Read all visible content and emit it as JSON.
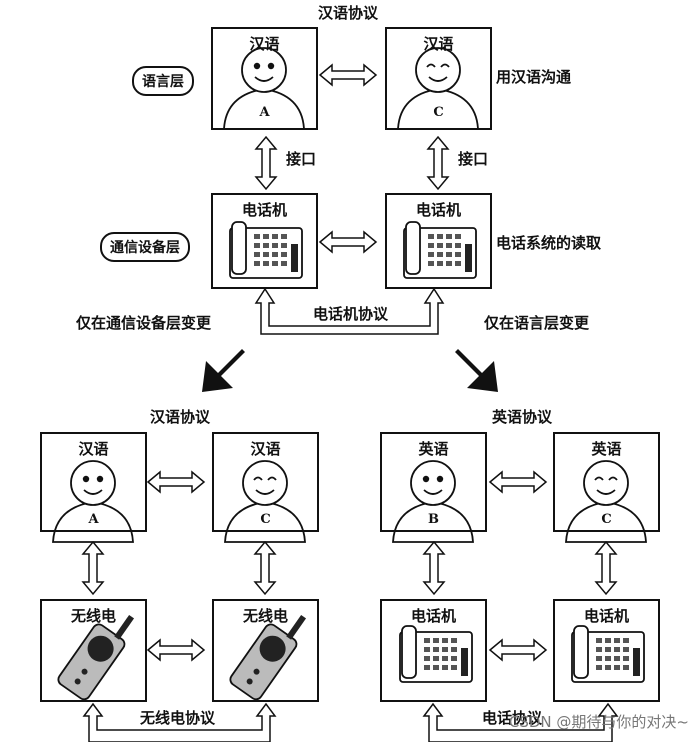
{
  "top": {
    "protocol_label": "汉语协议",
    "person_left": {
      "title": "汉语",
      "letter": "A"
    },
    "person_right": {
      "title": "汉语",
      "letter": "C"
    },
    "language_layer": "语言层",
    "right_note": "用汉语沟通",
    "interface_left": "接口",
    "interface_right": "接口",
    "phone_left": "电话机",
    "phone_right": "电话机",
    "device_layer": "通信设备层",
    "device_note": "电话系统的读取",
    "phone_protocol": "电话机协议",
    "change_left": "仅在通信设备层变更",
    "change_right": "仅在语言层变更"
  },
  "bottom_left": {
    "protocol_label": "汉语协议",
    "person_left": {
      "title": "汉语",
      "letter": "A"
    },
    "person_right": {
      "title": "汉语",
      "letter": "C"
    },
    "device_left": "无线电",
    "device_right": "无线电",
    "device_protocol": "无线电协议"
  },
  "bottom_right": {
    "protocol_label": "英语协议",
    "person_left": {
      "title": "英语",
      "letter": "B"
    },
    "person_right": {
      "title": "英语",
      "letter": "C"
    },
    "device_left": "电话机",
    "device_right": "电话机",
    "device_protocol": "电话协议"
  },
  "watermark": "CSDN @期待与你的对决~"
}
